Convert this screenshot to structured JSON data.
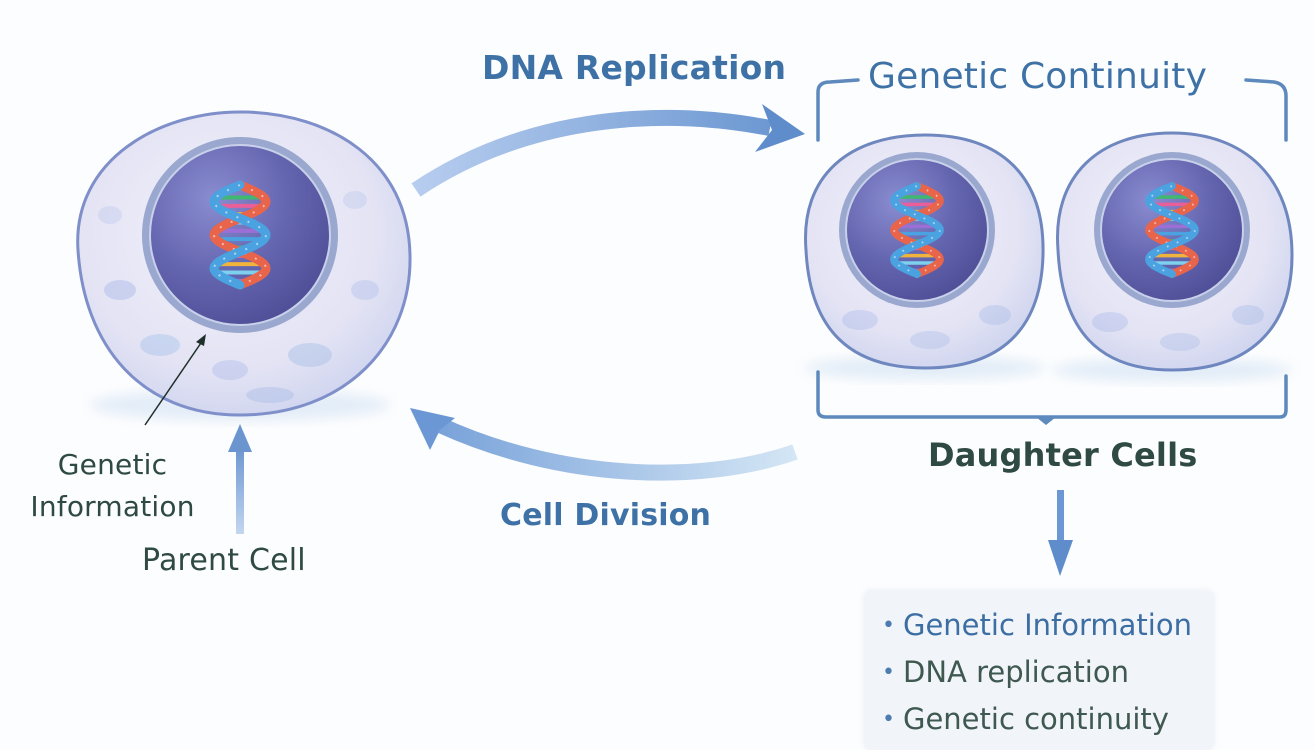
{
  "diagram": {
    "title": "Genetic Continuity",
    "colors": {
      "accent_blue": "#3e72a6",
      "arrow_blue": "#8fb4e2",
      "label_dark": "#2f4a42",
      "cell_membrane": "#7f92c8",
      "nucleus": "#5d5fa8",
      "dna_strand_1": "#e8644a",
      "dna_strand_2": "#4aa3e0"
    },
    "process_labels": {
      "dna_replication": "DNA Replication",
      "cell_division": "Cell Division"
    },
    "parent": {
      "label": "Parent Cell",
      "annotation_line1": "Genetic",
      "annotation_line2": "Information"
    },
    "daughters": {
      "group_label": "Genetic Continuity",
      "label": "Daughter Cells",
      "count": 2
    },
    "summary": {
      "items": [
        "Genetic Information",
        "DNA replication",
        "Genetic continuity"
      ],
      "bullet": "•"
    }
  }
}
